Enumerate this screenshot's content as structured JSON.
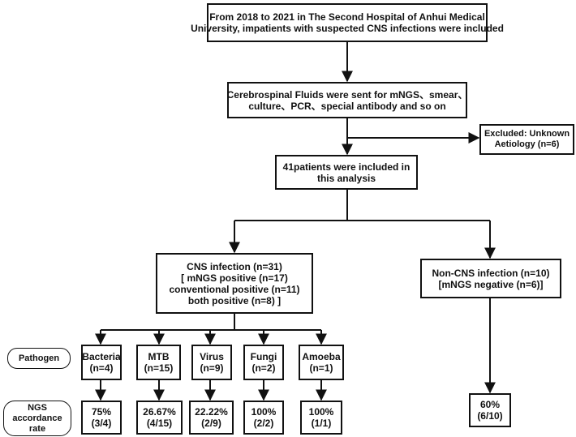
{
  "nodes": {
    "intro": [
      "From 2018 to 2021 in The Second Hospital of Anhui Medical",
      "University, impatients with suspected CNS infections were included"
    ],
    "sent": [
      "Cerebrospinal Fluids were sent for mNGS、smear、",
      "culture、PCR、special antibody and so on"
    ],
    "excluded": [
      "Excluded: Unknown",
      "Aetiology (n=6)"
    ],
    "included": [
      "41patients were included in",
      "this analysis"
    ],
    "cns": [
      "CNS infection (n=31)",
      "[ mNGS positive (n=17)",
      "conventional positive (n=11)",
      "both positive (n=8) ]"
    ],
    "noncns": [
      "Non-CNS infection (n=10)",
      "[mNGS negative (n=6)]"
    ],
    "pathogen_label": "Pathogen",
    "ngs_label": [
      "NGS",
      "accordance",
      "rate"
    ],
    "pathogens": [
      {
        "name": "Bacteria",
        "n": "(n=4)",
        "rate": "75%",
        "ratio": "(3/4)"
      },
      {
        "name": "MTB",
        "n": "(n=15)",
        "rate": "26.67%",
        "ratio": "(4/15)"
      },
      {
        "name": "Virus",
        "n": "(n=9)",
        "rate": "22.22%",
        "ratio": "(2/9)"
      },
      {
        "name": "Fungi",
        "n": "(n=2)",
        "rate": "100%",
        "ratio": "(2/2)"
      },
      {
        "name": "Amoeba",
        "n": "(n=1)",
        "rate": "100%",
        "ratio": "(1/1)"
      }
    ],
    "noncns_rate": [
      "60%",
      "(6/10)"
    ]
  }
}
